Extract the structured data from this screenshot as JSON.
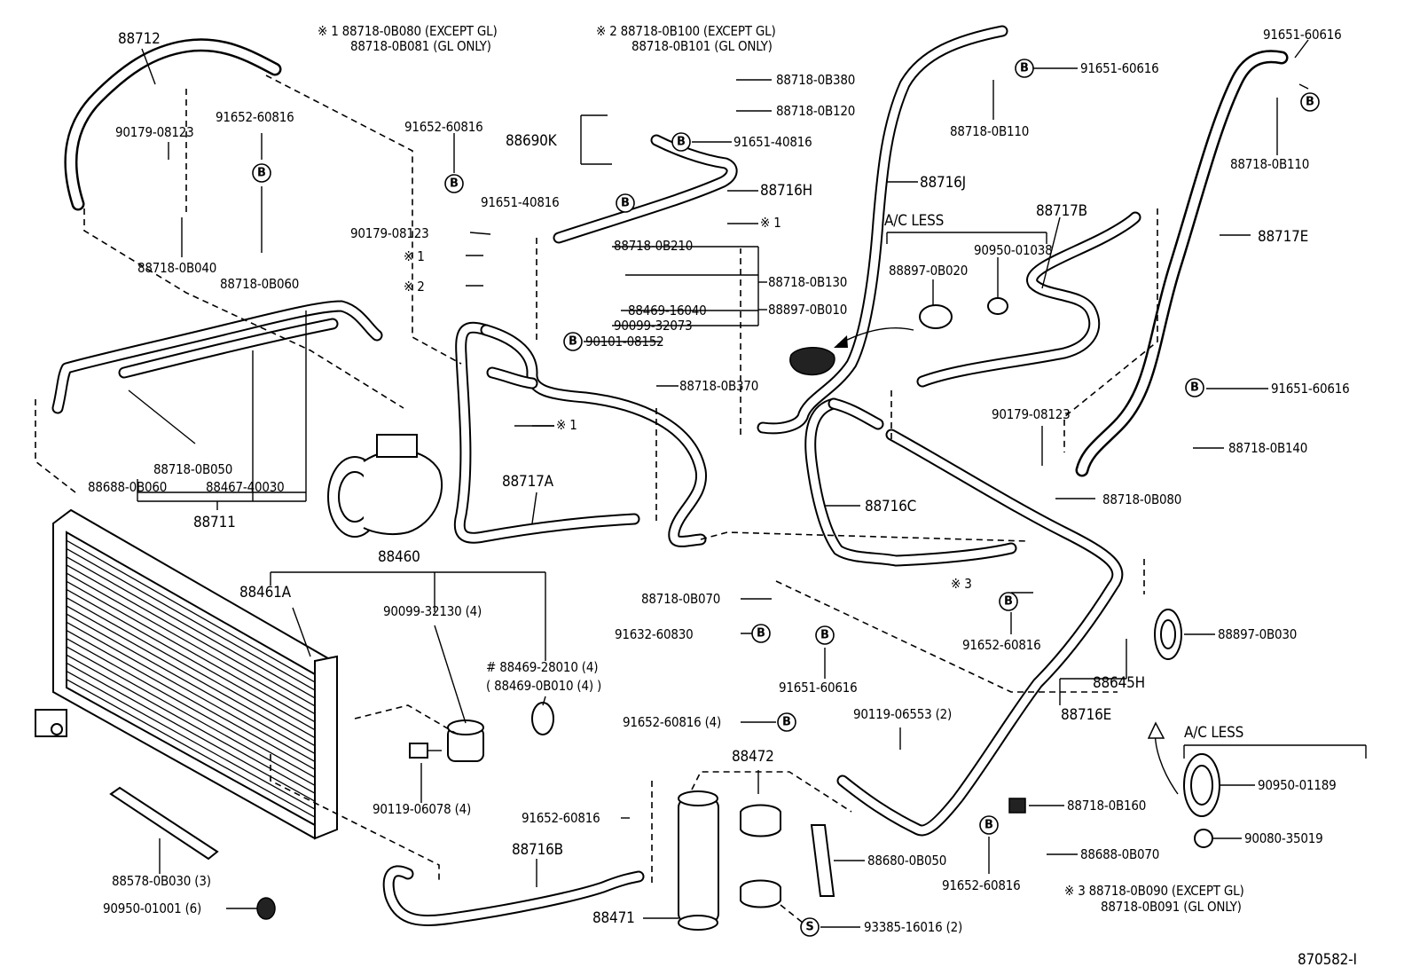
{
  "labels": {
    "l88712": "88712",
    "l90179a": "90179-08123",
    "l91652a": "91652-60816",
    "l88718_0B040": "88718-0B040",
    "l88718_0B060": "88718-0B060",
    "n1_line1": "※ 1  88718-0B080  (EXCEPT GL)",
    "n1_line2": "88718-0B081  (GL ONLY)",
    "n2_line1": "※ 2  88718-0B100  (EXCEPT GL)",
    "n2_line2": "88718-0B101  (GL ONLY)",
    "l91652b": "91652-60816",
    "l90179b": "90179-08123",
    "ref1a": "※ 1",
    "ref2a": "※ 2",
    "l88718_0B380": "88718-0B380",
    "l88718_0B120": "88718-0B120",
    "l88690K": "88690K",
    "l91651_40816a": "91651-40816",
    "l91651_40816b": "91651-40816",
    "l88716H": "88716H",
    "ref1b": "※ 1",
    "l88718_0B210": "88718-0B210",
    "l88718_0B130": "88718-0B130",
    "l88469_16040": "88469-16040",
    "l88897_0B010": "88897-0B010",
    "l90099_32073": "90099-32073",
    "l90101_08152": "90101-08152",
    "l88718_0B370": "88718-0B370",
    "l88718_0B110a": "88718-0B110",
    "l91651_60616a": "91651-60616",
    "l88716J": "88716J",
    "ac_less_a": "A/C LESS",
    "l90950_01038": "90950-01038",
    "l88897_0B020": "88897-0B020",
    "l88717B": "88717B",
    "l91651_60616b": "91651-60616",
    "l88718_0B110b": "88718-0B110",
    "l88717E": "88717E",
    "l91651_60616c": "91651-60616",
    "l90179c": "90179-08123",
    "l88718_0B140": "88718-0B140",
    "l88718_0B080": "88718-0B080",
    "l88718_0B050": "88718-0B050",
    "l88688_0B060": "88688-0B060",
    "l88467_40030": "88467-40030",
    "l88711": "88711",
    "ref1c": "※ 1",
    "l88717A": "88717A",
    "l88716C": "88716C",
    "l88460": "88460",
    "l88461A": "88461A",
    "l90099_32130": "90099-32130 (4)",
    "l88469_28010": "# 88469-28010 (4)",
    "l88469_0B010": "( 88469-0B010 (4) )",
    "l88718_0B070": "88718-0B070",
    "l91632_60830": "91632-60830",
    "l91651_60616d": "91651-60616",
    "ref3a": "※ 3",
    "l91652_60816c": "91652-60816",
    "l88897_0B030": "88897-0B030",
    "l88645H": "88645H",
    "l88716E": "88716E",
    "l90119_06553": "90119-06553 (2)",
    "l91652_60816_4": "91652-60816 (4)",
    "l88472": "88472",
    "l90119_06078": "90119-06078 (4)",
    "l91652_60816d": "91652-60816",
    "l88716B": "88716B",
    "l88578_0B030": "88578-0B030 (3)",
    "l90950_01001": "90950-01001 (6)",
    "l88680_0B050": "88680-0B050",
    "l88471": "88471",
    "l93385_16016": "93385-16016 (2)",
    "ac_less_b": "A/C LESS",
    "l90950_01189": "90950-01189",
    "l88718_0B160": "88718-0B160",
    "l88688_0B070": "88688-0B070",
    "l91652_60816e": "91652-60816",
    "l90080_35019": "90080-35019",
    "n3_line1": "※ 3  88718-0B090  (EXCEPT GL)",
    "n3_line2": "88718-0B091  (GL ONLY)",
    "diagram_id": "870582-I"
  },
  "callout_letters": {
    "b": "B",
    "s": "S"
  }
}
